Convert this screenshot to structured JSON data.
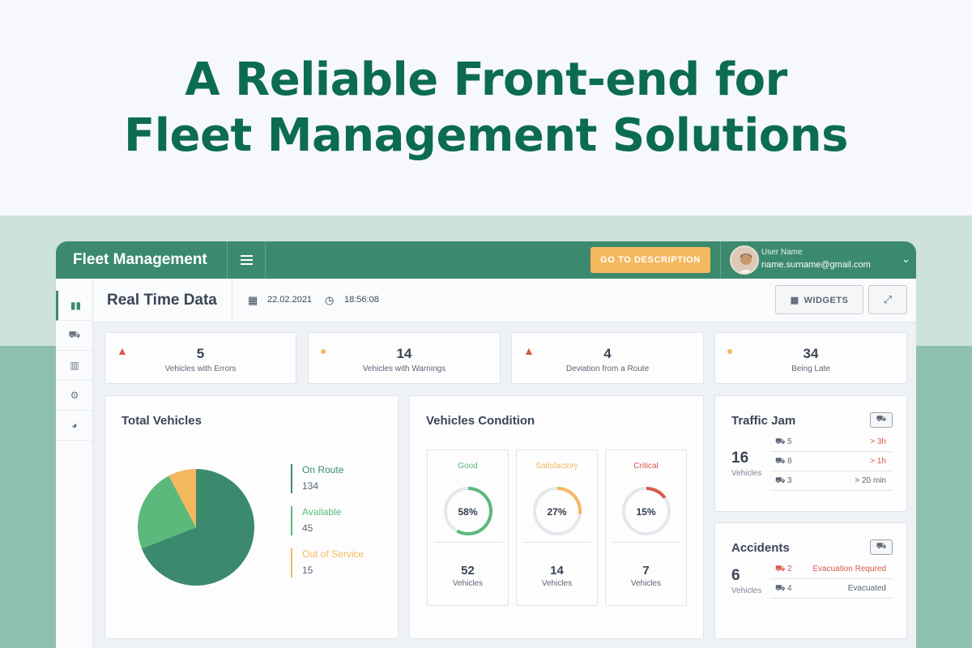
{
  "hero": {
    "line1": "A Reliable Front-end for",
    "line2": "Fleet Management Solutions"
  },
  "colors": {
    "brand_green": "#3c8a6e",
    "title_green": "#0c6c4f",
    "accent_orange": "#f4b85f",
    "error_red": "#d65a4a",
    "good_green": "#5bb97b"
  },
  "app": {
    "brand": "Fleet Management",
    "goto_label": "GO TO DESCRIPTION",
    "user": {
      "label": "User Name",
      "email": "name.surname@gmail.com"
    }
  },
  "sidebar": {
    "items": [
      {
        "icon": "map-book-icon",
        "active": true
      },
      {
        "icon": "truck-icon",
        "active": false
      },
      {
        "icon": "map-icon",
        "active": false
      },
      {
        "icon": "gear-icon",
        "active": false
      },
      {
        "icon": "pie-chart-icon",
        "active": false
      }
    ]
  },
  "subheader": {
    "title": "Real Time Data",
    "date": "22.02.2021",
    "time": "18:56:08",
    "widgets_label": "WIDGETS"
  },
  "stats": [
    {
      "value": "5",
      "label": "Vehicles with Errors",
      "icon": "error-triangle-icon"
    },
    {
      "value": "14",
      "label": "Vehicles with Warnings",
      "icon": "warning-circle-icon"
    },
    {
      "value": "4",
      "label": "Deviation from a Route",
      "icon": "error-triangle-icon"
    },
    {
      "value": "34",
      "label": "Being Late",
      "icon": "warning-circle-icon"
    }
  ],
  "total_vehicles": {
    "title": "Total Vehicles",
    "legend": [
      {
        "name": "On Route",
        "value": "134",
        "color": "#3c8a6e"
      },
      {
        "name": "Available",
        "value": "45",
        "color": "#5bb97b"
      },
      {
        "name": "Out of Service",
        "value": "15",
        "color": "#f4b85f"
      }
    ]
  },
  "chart_data": {
    "type": "pie",
    "categories": [
      "On Route",
      "Available",
      "Out of Service"
    ],
    "values": [
      134,
      45,
      15
    ],
    "colors": [
      "#3c8a6e",
      "#5bb97b",
      "#f4b85f"
    ],
    "title": "Total Vehicles"
  },
  "vehicles_condition": {
    "title": "Vehicles Condition",
    "items": [
      {
        "name": "Good",
        "percent": 58,
        "percent_label": "58%",
        "count": "52",
        "unit": "Vehicles",
        "color": "#5bb97b"
      },
      {
        "name": "Satisfactory",
        "percent": 27,
        "percent_label": "27%",
        "count": "14",
        "unit": "Vehicles",
        "color": "#f4b85f"
      },
      {
        "name": "Critical",
        "percent": 15,
        "percent_label": "15%",
        "count": "7",
        "unit": "Vehicles",
        "color": "#d65a4a"
      }
    ]
  },
  "traffic_jam": {
    "title": "Traffic Jam",
    "count": "16",
    "unit": "Vehicles",
    "rows": [
      {
        "count": "5",
        "value": "> 3h",
        "color": "#d65a4a"
      },
      {
        "count": "8",
        "value": "> 1h",
        "color": "#d65a4a"
      },
      {
        "count": "3",
        "value": "> 20 min",
        "color": "#5b6574"
      }
    ]
  },
  "accidents": {
    "title": "Accidents",
    "count": "6",
    "unit": "Vehicles",
    "rows": [
      {
        "count": "2",
        "value": "Evacuation Requred",
        "color": "#d65a4a"
      },
      {
        "count": "4",
        "value": "Evacuated",
        "color": "#5b6574"
      }
    ]
  }
}
